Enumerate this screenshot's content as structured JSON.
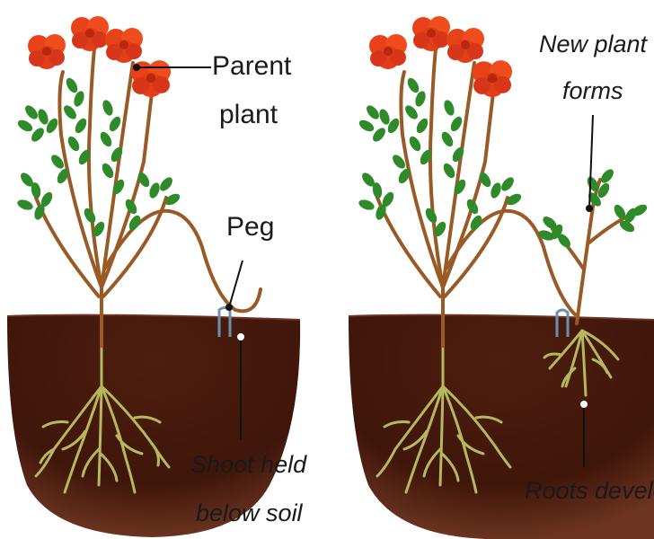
{
  "labels": {
    "parent_plant_1": "Parent",
    "parent_plant_2": "plant",
    "peg": "Peg",
    "shoot_held_1": "Shoot held",
    "shoot_held_2": "below soil",
    "new_plant_1": "New plant",
    "new_plant_2": "forms",
    "roots_develop": "Roots develop"
  },
  "colors": {
    "soil": "#4a1c0d",
    "soil_edge": "#7a3a22",
    "stem": "#9a5a26",
    "leaf": "#2f8a2a",
    "flower": "#e8421a",
    "flower_dark": "#b8280e",
    "root": "#b5b85c",
    "peg": "#6f8fb0",
    "pointer": "#111111"
  },
  "icons": {
    "flower": "flower-icon",
    "peg": "peg-icon"
  }
}
